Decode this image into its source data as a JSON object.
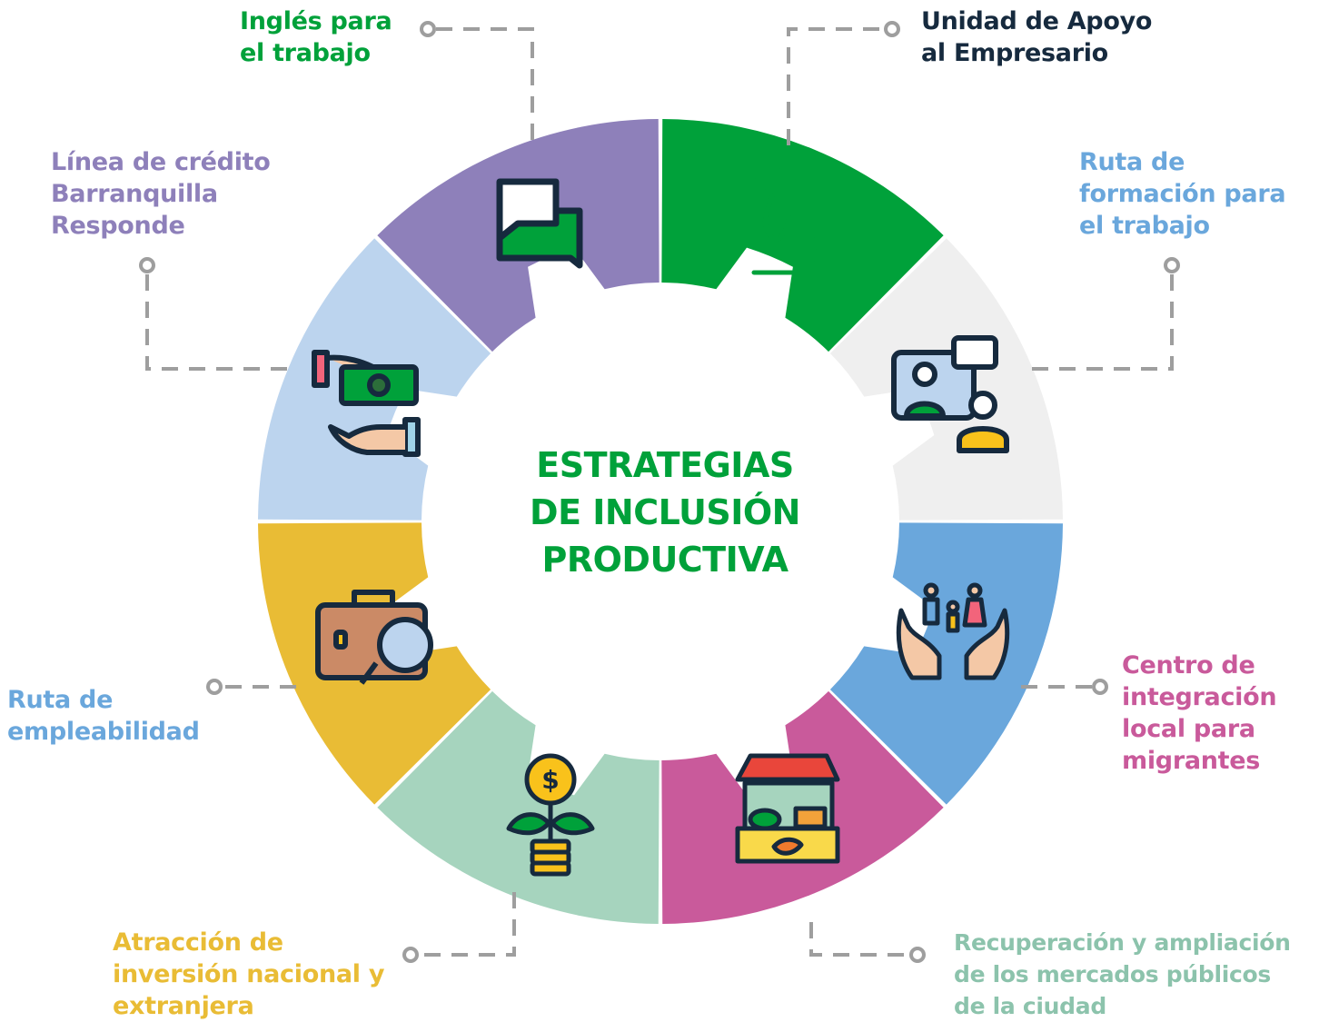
{
  "center": {
    "line1": "ESTRATEGIAS",
    "line2": "DE INCLUSIÓN",
    "line3": "PRODUCTIVA"
  },
  "colors": {
    "green": "#00A13A",
    "light_gray": "#EFEFEF",
    "blue": "#6AA7DC",
    "magenta": "#C95A9B",
    "mint": "#A6D4BE",
    "yellow": "#E9BC35",
    "light_blue": "#BCD4EE",
    "purple": "#8E80BA",
    "navy": "#162A3E",
    "connector_gray": "#9E9E9E"
  },
  "segments": [
    {
      "id": "ingles",
      "color": "#00A13A",
      "icon": "chat-bubbles-icon",
      "label_color": "#00A13A",
      "lines": [
        "Inglés para",
        "el trabajo"
      ]
    },
    {
      "id": "unidad",
      "color": "#EFEFEF",
      "icon": "thumbs-up-icon",
      "label_color": "#162A3E",
      "lines": [
        "Unidad de Apoyo",
        "al Empresario"
      ]
    },
    {
      "id": "ruta-formacion",
      "color": "#6AA7DC",
      "icon": "video-call-icon",
      "label_color": "#6AA7DC",
      "lines": [
        "Ruta de",
        "formación para",
        "el trabajo"
      ]
    },
    {
      "id": "centro",
      "color": "#C95A9B",
      "icon": "family-hands-icon",
      "label_color": "#C95A9B",
      "lines": [
        "Centro de",
        "integración",
        "local para",
        "migrantes"
      ]
    },
    {
      "id": "mercados",
      "color": "#A6D4BE",
      "icon": "market-stall-icon",
      "label_color": "#8CC3AC",
      "lines": [
        "Recuperación y ampliación",
        "de los mercados públicos",
        "de la ciudad"
      ]
    },
    {
      "id": "inversion",
      "color": "#E9BC35",
      "icon": "money-plant-icon",
      "label_color": "#E9BC35",
      "lines": [
        "Atracción de",
        "inversión nacional y",
        "extranjera"
      ]
    },
    {
      "id": "empleabilidad",
      "color": "#BCD4EE",
      "icon": "briefcase-search-icon",
      "label_color": "#6AA7DC",
      "lines": [
        "Ruta de",
        "empleabilidad"
      ]
    },
    {
      "id": "credito",
      "color": "#8E80BA",
      "icon": "cash-hands-icon",
      "label_color": "#8E80BA",
      "lines": [
        "Línea de crédito",
        "Barranquilla",
        "Responde"
      ]
    }
  ]
}
